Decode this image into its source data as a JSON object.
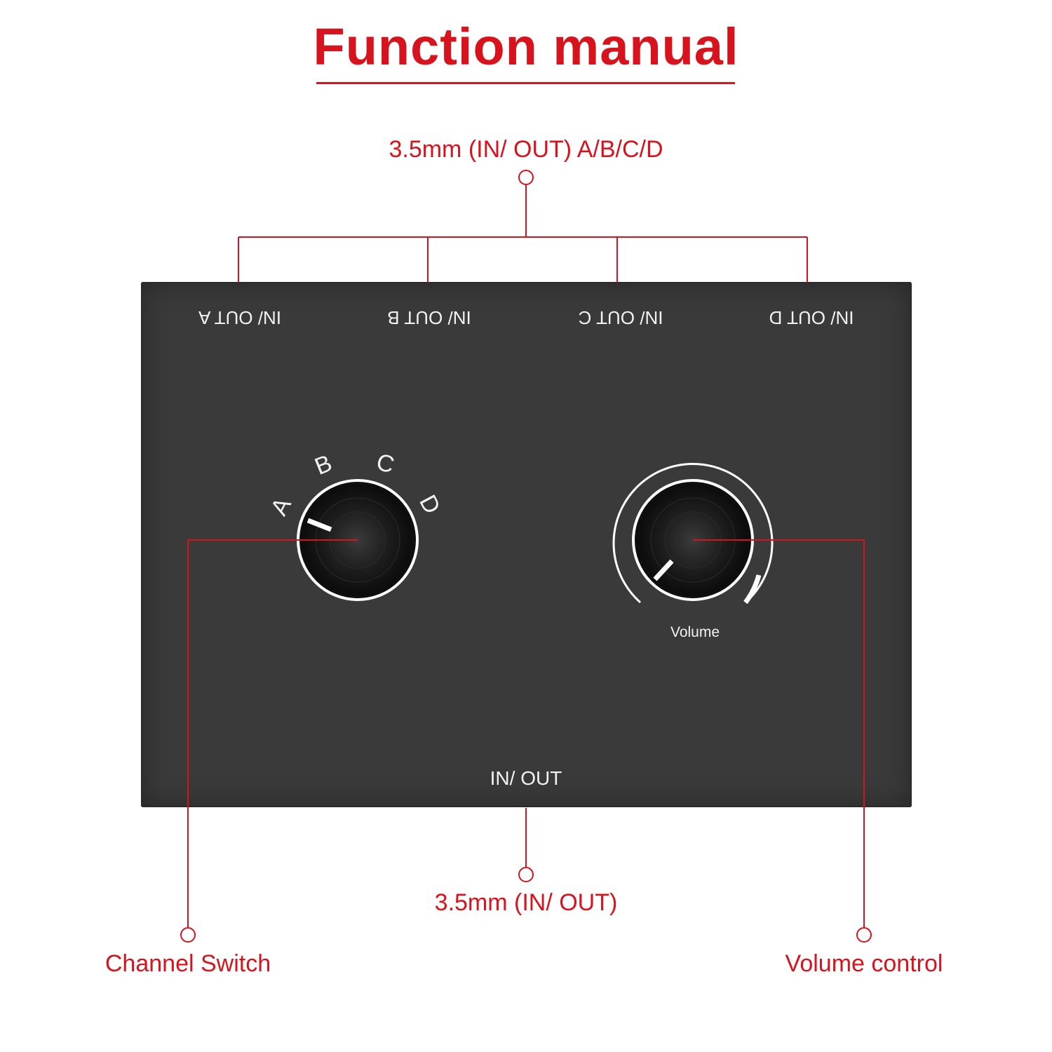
{
  "title": "Function manual",
  "callouts": {
    "top": "3.5mm (IN/ OUT) A/B/C/D",
    "bottom": "3.5mm (IN/ OUT)",
    "channel_switch": "Channel Switch",
    "volume_control": "Volume control"
  },
  "panel": {
    "ports": [
      "IN/ OUT A",
      "IN/ OUT B",
      "IN/ OUT C",
      "IN/ OUT D"
    ],
    "selector_letters": [
      "A",
      "B",
      "C",
      "D"
    ],
    "volume_label": "Volume",
    "bottom_port": "IN/ OUT"
  },
  "colors": {
    "accent": "#d7141e",
    "panel": "#3a3a3a",
    "panel_text": "#f2f2f2"
  }
}
